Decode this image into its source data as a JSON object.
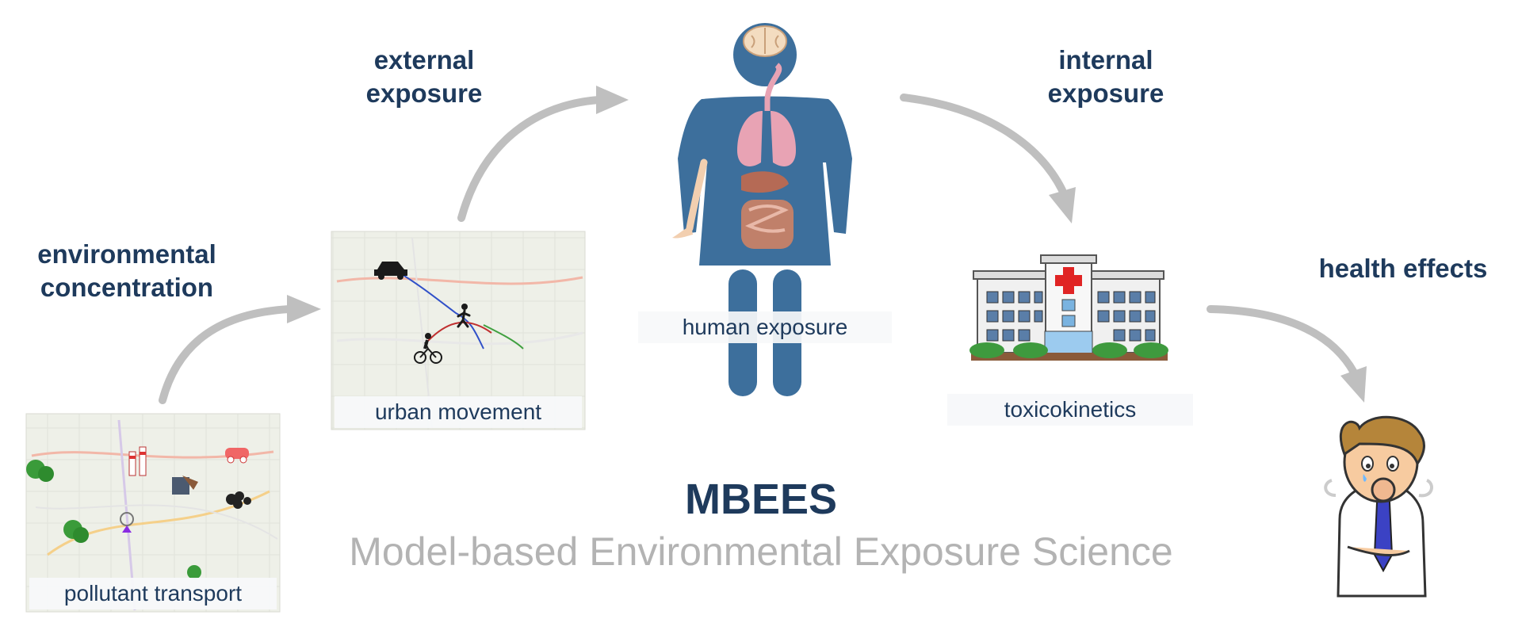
{
  "labels": {
    "environmental_concentration": [
      "environmental",
      "concentration"
    ],
    "external_exposure": [
      "external",
      "exposure"
    ],
    "internal_exposure": [
      "internal",
      "exposure"
    ],
    "health_effects": "health effects"
  },
  "captions": {
    "pollutant_transport": "pollutant transport",
    "urban_movement": "urban movement",
    "human_exposure": "human exposure",
    "toxicokinetics": "toxicokinetics"
  },
  "title": "MBEES",
  "subtitle": "Model-based Environmental Exposure Science",
  "colors": {
    "label_text": "#1e3a5c",
    "subtitle_text": "#b3b3b3",
    "arrow": "#bfbfbf",
    "body_silhouette": "#3d6f9c",
    "lungs": "#e8a3b4",
    "organs": "#b56a55",
    "hospital_cross": "#e02424",
    "map_background": "#eef0e8"
  },
  "icons": [
    "map-icon",
    "car-icon",
    "pedestrian-icon",
    "bicycle-icon",
    "brain-icon",
    "hospital-icon",
    "sick-person-icon",
    "tree-icon",
    "factory-icon"
  ]
}
